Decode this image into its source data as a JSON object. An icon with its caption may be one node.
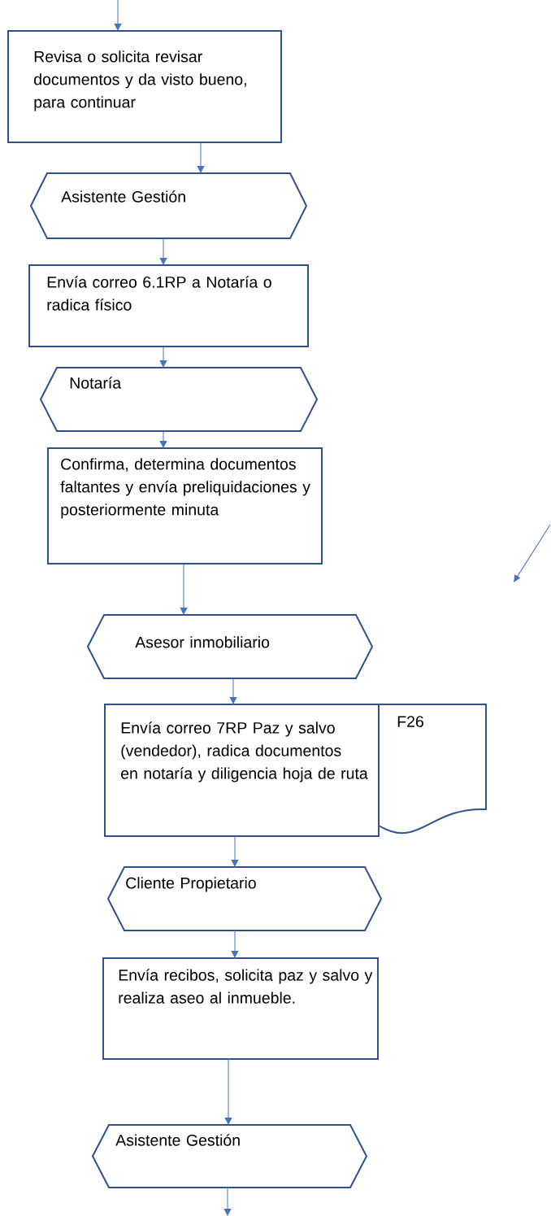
{
  "diagram": {
    "nodes": [
      {
        "text": [
          "Revisa o solicita revisar documentos y da visto bueno, para continuar"
        ]
      },
      {
        "text": [
          "Asistente Gestión"
        ]
      },
      {
        "text": [
          "Envía correo 6.1RP a Notaría o radica físico"
        ]
      },
      {
        "text": [
          "Notaría"
        ]
      },
      {
        "text": [
          "Confirma, determina documentos faltantes y envía preliquidaciones y posteriormente minuta"
        ]
      },
      {
        "text": [
          "Asesor inmobiliario"
        ]
      },
      {
        "text": [
          "Envía correo 7RP Paz y salvo (vendedor), radica documentos en notaría y diligencia hoja de ruta"
        ]
      },
      {
        "text": [
          "F26"
        ]
      },
      {
        "text": [
          "Cliente Propietario"
        ]
      },
      {
        "text": [
          "Envía recibos, solicita paz y salvo y realiza aseo al inmueble."
        ]
      },
      {
        "text": [
          "Asistente Gestión"
        ]
      }
    ],
    "edges": [
      {
        "from": null,
        "to": 0,
        "arrow": "to"
      },
      {
        "from": 0,
        "to": 1,
        "arrow": "to"
      },
      {
        "from": 1,
        "to": 2,
        "arrow": "to"
      },
      {
        "from": 2,
        "to": 3,
        "arrow": "to"
      },
      {
        "from": 3,
        "to": 4,
        "arrow": "to"
      },
      {
        "from": 4,
        "to": 5,
        "arrow": "to"
      },
      {
        "from": 5,
        "to": 6,
        "arrow": "to"
      },
      {
        "from": 6,
        "to": 8,
        "arrow": "to"
      },
      {
        "from": 8,
        "to": 9,
        "arrow": "to"
      },
      {
        "from": 9,
        "to": 10,
        "arrow": "to"
      },
      {
        "from": 10,
        "to": null,
        "arrow": "to"
      }
    ]
  }
}
